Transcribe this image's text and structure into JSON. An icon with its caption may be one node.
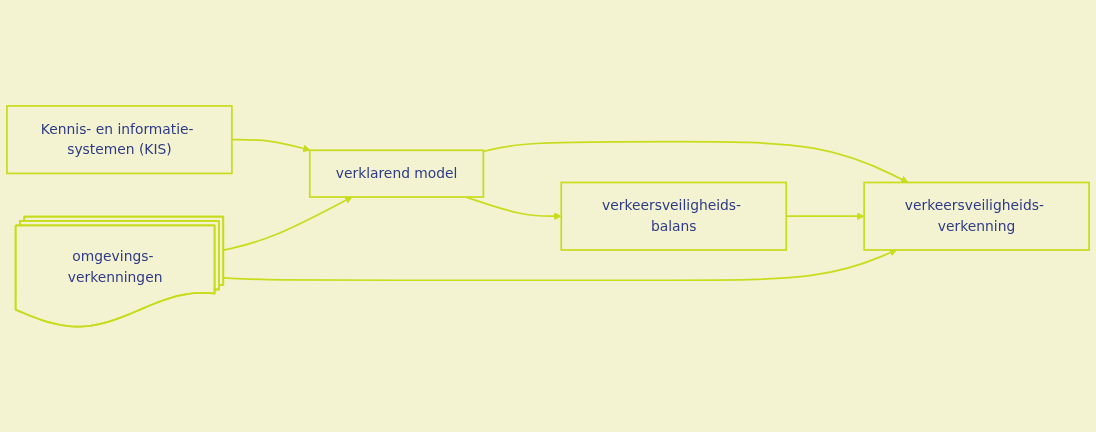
{
  "diagram": {
    "nodes": [
      {
        "text": [
          "Kennis- en informatie- systemen (KIS)"
        ]
      },
      {
        "text": [
          "verklarend model"
        ]
      },
      {
        "text": [
          "verkeersveiligheids- balans"
        ]
      },
      {
        "text": [
          "verkeersveiligheids- verkenning"
        ]
      },
      {
        "text": [
          "omgevings- verkenningen"
        ]
      }
    ],
    "edges": [
      {
        "from": 0,
        "to": 1,
        "arrow": "to"
      },
      {
        "from": 1,
        "to": 2,
        "arrow": "to"
      },
      {
        "from": 1,
        "to": 3,
        "arrow": "to"
      },
      {
        "from": 2,
        "to": 3,
        "arrow": "to"
      },
      {
        "from": 4,
        "to": 1,
        "arrow": "to"
      },
      {
        "from": 4,
        "to": 3,
        "arrow": "to"
      }
    ]
  }
}
